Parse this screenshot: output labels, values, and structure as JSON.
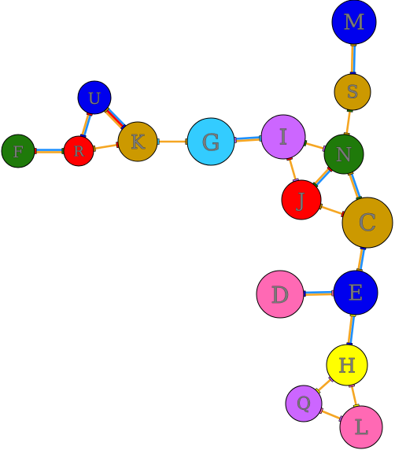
{
  "nodes": [
    {
      "id": "M",
      "label": "M",
      "color": "#0000ee"
    },
    {
      "id": "S",
      "label": "S",
      "color": "#cc9900"
    },
    {
      "id": "U",
      "label": "U",
      "color": "#0000ee"
    },
    {
      "id": "F",
      "label": "F",
      "color": "#1f7a0a"
    },
    {
      "id": "R",
      "label": "R",
      "color": "#ff0000"
    },
    {
      "id": "K",
      "label": "K",
      "color": "#cc9900"
    },
    {
      "id": "G",
      "label": "G",
      "color": "#33ccff"
    },
    {
      "id": "I",
      "label": "I",
      "color": "#cc66ff"
    },
    {
      "id": "N",
      "label": "N",
      "color": "#1f7a0a"
    },
    {
      "id": "J",
      "label": "J",
      "color": "#ff0000"
    },
    {
      "id": "C",
      "label": "C",
      "color": "#cc9900"
    },
    {
      "id": "D",
      "label": "D",
      "color": "#ff69b4"
    },
    {
      "id": "E",
      "label": "E",
      "color": "#0000ee"
    },
    {
      "id": "H",
      "label": "H",
      "color": "#ffff00"
    },
    {
      "id": "Q",
      "label": "Q",
      "color": "#cc66ff"
    },
    {
      "id": "L",
      "label": "L",
      "color": "#ff69b4"
    }
  ],
  "edges": [
    {
      "from": "M",
      "to": "S",
      "style": "double"
    },
    {
      "from": "S",
      "to": "N",
      "style": "single"
    },
    {
      "from": "U",
      "to": "R",
      "style": "double"
    },
    {
      "from": "U",
      "to": "K",
      "style": "triple"
    },
    {
      "from": "F",
      "to": "R",
      "style": "double"
    },
    {
      "from": "R",
      "to": "K",
      "style": "single"
    },
    {
      "from": "K",
      "to": "G",
      "style": "single"
    },
    {
      "from": "G",
      "to": "I",
      "style": "double"
    },
    {
      "from": "I",
      "to": "N",
      "style": "single"
    },
    {
      "from": "I",
      "to": "J",
      "style": "single"
    },
    {
      "from": "N",
      "to": "J",
      "style": "double"
    },
    {
      "from": "N",
      "to": "C",
      "style": "double"
    },
    {
      "from": "J",
      "to": "C",
      "style": "single"
    },
    {
      "from": "C",
      "to": "E",
      "style": "double"
    },
    {
      "from": "D",
      "to": "E",
      "style": "double"
    },
    {
      "from": "E",
      "to": "H",
      "style": "double"
    },
    {
      "from": "H",
      "to": "Q",
      "style": "single"
    },
    {
      "from": "H",
      "to": "L",
      "style": "single"
    },
    {
      "from": "Q",
      "to": "L",
      "style": "single"
    }
  ],
  "colors": {
    "edge_primary": "#f5a623",
    "edge_secondary": "#1e90ff",
    "edge_tertiary": "#ff0000",
    "node_outline": "#000000",
    "label_fill": "#7a7a7a"
  }
}
